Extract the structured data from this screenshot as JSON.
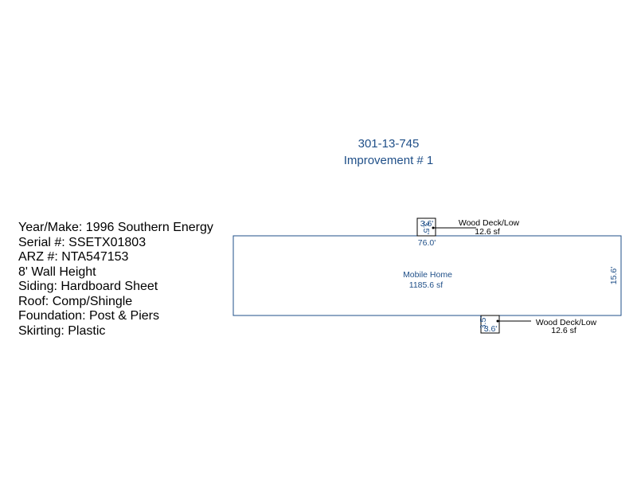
{
  "header": {
    "parcel_id": "301-13-745",
    "improvement": "Improvement # 1"
  },
  "details": [
    "Year/Make: 1996 Southern Energy",
    "Serial #: SSETX01803",
    "ARZ #: NTA547153",
    "8' Wall Height",
    "Siding: Hardboard Sheet",
    "Roof: Comp/Shingle",
    "Foundation: Post & Piers",
    "Skirting: Plastic"
  ],
  "sketch": {
    "colors": {
      "outline": "#1f4f88",
      "deck_outline": "#000000"
    },
    "main": {
      "name": "Mobile Home",
      "area": "1185.6 sf",
      "width_label": "76.0'",
      "depth_label": "15.6'"
    },
    "deck_top": {
      "name": "Wood Deck/Low",
      "area": "12.6 sf",
      "width_label": "3.6'",
      "depth_label": "3.5'"
    },
    "deck_bottom": {
      "name": "Wood Deck/Low",
      "area": "12.6 sf",
      "width_label": "3.6'",
      "depth_label": "3.5'"
    }
  }
}
